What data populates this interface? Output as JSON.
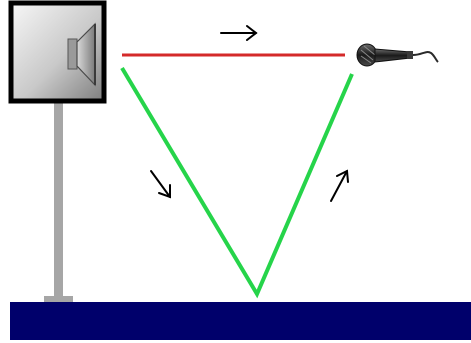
{
  "diagram": {
    "description_free": true,
    "colors": {
      "background": "#ffffff",
      "speaker_frame": "#000000",
      "speaker_fill_light": "#f4f4f4",
      "speaker_fill_dark": "#8a8a8a",
      "stand": "#a6a6a6",
      "floor": "#00006b",
      "direct_path": "#d42a2a",
      "reflected_path": "#26d44a",
      "arrow": "#000000",
      "microphone": "#2a2a2a"
    },
    "icons": {
      "speaker": "speaker-icon",
      "microphone": "microphone-icon"
    },
    "paths": [
      {
        "id": "direct",
        "label": "",
        "direction_arrows": 1
      },
      {
        "id": "reflected",
        "label": "",
        "direction_arrows": 2
      }
    ]
  }
}
